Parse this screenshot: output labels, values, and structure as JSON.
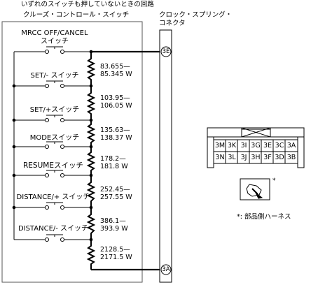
{
  "header": {
    "caption": "いずれのスイッチも押していないときの回路",
    "module": "クルーズ・コントロール・スイッチ",
    "clockspring_line1": "クロック・スプリング・",
    "clockspring_line2": "コネクタ"
  },
  "switches": [
    {
      "label_line1": "MRCC OFF/CANCEL",
      "label_line2": "スイッチ"
    },
    {
      "label_line1": "SET/- スイッチ"
    },
    {
      "label_line1": "SET/+スイッチ"
    },
    {
      "label_line1": "MODEスイッチ"
    },
    {
      "label_line1": "RESUMEスイッチ"
    },
    {
      "label_line1": "DISTANCE/+ スイッチ"
    },
    {
      "label_line1": "DISTANCE/- スイッチ"
    }
  ],
  "resistors": [
    {
      "line1": "83.655—",
      "line2": "85.345 W"
    },
    {
      "line1": "103.95—",
      "line2": "106.05 W"
    },
    {
      "line1": "135.63—",
      "line2": "138.37 W"
    },
    {
      "line1": "178.2—",
      "line2": "181.8 W"
    },
    {
      "line1": "252.45—",
      "line2": "257.55 W"
    },
    {
      "line1": "386.1—",
      "line2": "393.9 W"
    },
    {
      "line1": "2128.5—",
      "line2": "2171.5 W"
    }
  ],
  "terminals": {
    "top": "3E",
    "bottom": "3A"
  },
  "connector": {
    "row1": [
      "3M",
      "3K",
      "3I",
      "3G",
      "3E",
      "3C",
      "3A"
    ],
    "row2": [
      "3N",
      "3L",
      "3J",
      "3H",
      "3F",
      "3D",
      "3B"
    ]
  },
  "harness": {
    "asterisk": "*",
    "note": "*: 部品側ハーネス"
  }
}
